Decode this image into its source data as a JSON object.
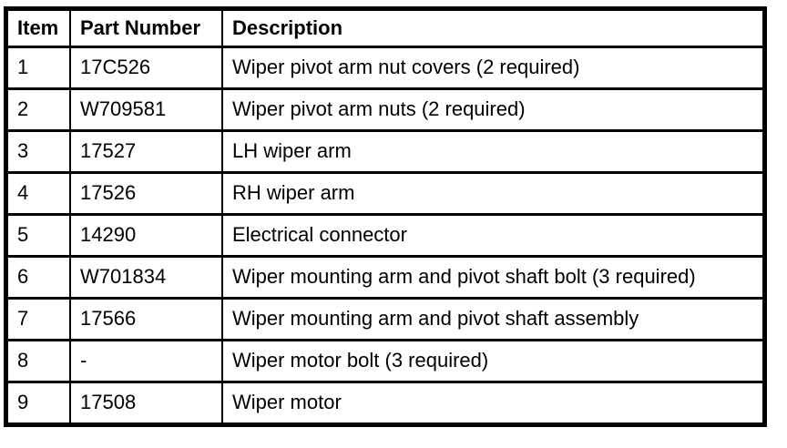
{
  "table": {
    "columns": {
      "item": "Item",
      "part_number": "Part Number",
      "description": "Description"
    },
    "rows": [
      {
        "item": "1",
        "part_number": "17C526",
        "description": "Wiper pivot arm nut covers (2 required)"
      },
      {
        "item": "2",
        "part_number": "W709581",
        "description": "Wiper pivot arm nuts (2 required)"
      },
      {
        "item": "3",
        "part_number": "17527",
        "description": "LH wiper arm"
      },
      {
        "item": "4",
        "part_number": "17526",
        "description": "RH wiper arm"
      },
      {
        "item": "5",
        "part_number": "14290",
        "description": "Electrical connector"
      },
      {
        "item": "6",
        "part_number": "W701834",
        "description": "Wiper mounting arm and pivot shaft bolt (3 required)"
      },
      {
        "item": "7",
        "part_number": "17566",
        "description": "Wiper mounting arm and pivot shaft assembly"
      },
      {
        "item": "8",
        "part_number": "-",
        "description": "Wiper motor bolt (3 required)"
      },
      {
        "item": "9",
        "part_number": "17508",
        "description": "Wiper motor"
      }
    ]
  },
  "colors": {
    "border": "#000000",
    "background": "#ffffff",
    "text": "#000000"
  }
}
